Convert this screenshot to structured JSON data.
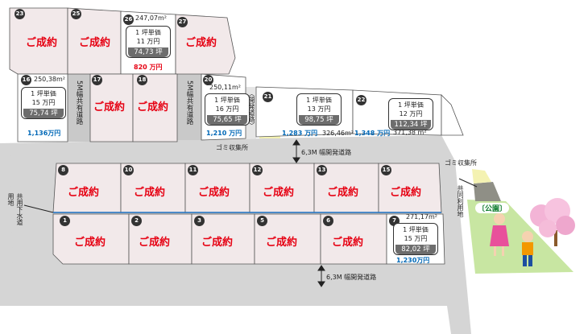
{
  "lots": {
    "l23": {
      "num": "23",
      "status": "ご成約"
    },
    "l25": {
      "num": "25",
      "status": "ご成約"
    },
    "l26": {
      "num": "26",
      "area": "247,07m²",
      "unit_label": "1 坪単価",
      "unit_price": "11 万円",
      "tsubo": "74,73 坪",
      "price": "820 万円"
    },
    "l27": {
      "num": "27",
      "status": "ご成約"
    },
    "l16": {
      "num": "16",
      "area": "250,38m²",
      "unit_label": "1 坪単価",
      "unit_price": "15 万円",
      "tsubo": "75,74 坪",
      "price": "1,136万円"
    },
    "l17": {
      "num": "17",
      "status": "ご成約"
    },
    "l18": {
      "num": "18",
      "status": "ご成約"
    },
    "l20": {
      "num": "20",
      "area": "250,11m²",
      "unit_label": "1 坪単価",
      "unit_price": "16 万円",
      "tsubo": "75,65 坪",
      "price": "1,210 万円"
    },
    "l21": {
      "num": "21",
      "area": "326,46m²",
      "unit_label": "1 坪単価",
      "unit_price": "13 万円",
      "tsubo": "98,75 坪",
      "price": "1,283 万円"
    },
    "l22": {
      "num": "22",
      "area": "371,38 m²",
      "unit_label": "1 坪単価",
      "unit_price": "12 万円",
      "tsubo": "112,34 坪",
      "price": "1,348 万円"
    },
    "l8": {
      "num": "8",
      "status": "ご成約"
    },
    "l10": {
      "num": "10",
      "status": "ご成約"
    },
    "l11": {
      "num": "11",
      "status": "ご成約"
    },
    "l12": {
      "num": "12",
      "status": "ご成約"
    },
    "l13": {
      "num": "13",
      "status": "ご成約"
    },
    "l15": {
      "num": "15",
      "status": "ご成約"
    },
    "l1": {
      "num": "1",
      "status": "ご成約"
    },
    "l2": {
      "num": "2",
      "status": "ご成約"
    },
    "l3": {
      "num": "3",
      "status": "ご成約"
    },
    "l5": {
      "num": "5",
      "status": "ご成約"
    },
    "l6": {
      "num": "6",
      "status": "ご成約"
    },
    "l7": {
      "num": "7",
      "area": "271,17m²",
      "unit_label": "1 坪単価",
      "unit_price": "15 万円",
      "tsubo": "82,02 坪",
      "price": "1,230万円"
    }
  },
  "labels": {
    "shared_road_a": "5M幅共有道路",
    "shared_road_b": "5M幅共有道路",
    "dev_road_small": "〈開発道路〉",
    "garbage_1": "ゴミ収集所",
    "garbage_2": "ゴミ収集所",
    "road_mid": "6,3M 幅開発道路",
    "road_bottom": "6,3M 幅開発道路",
    "sewer": "共用下水道用地",
    "shared_land": "共同利用地",
    "park": "〔公園〕"
  },
  "colors": {
    "sold_lot": "#f2e9ea",
    "road": "#d5d5d5",
    "park": "#c8e6a2",
    "sold_text": "#e60012",
    "price_blue": "#0068b7"
  }
}
